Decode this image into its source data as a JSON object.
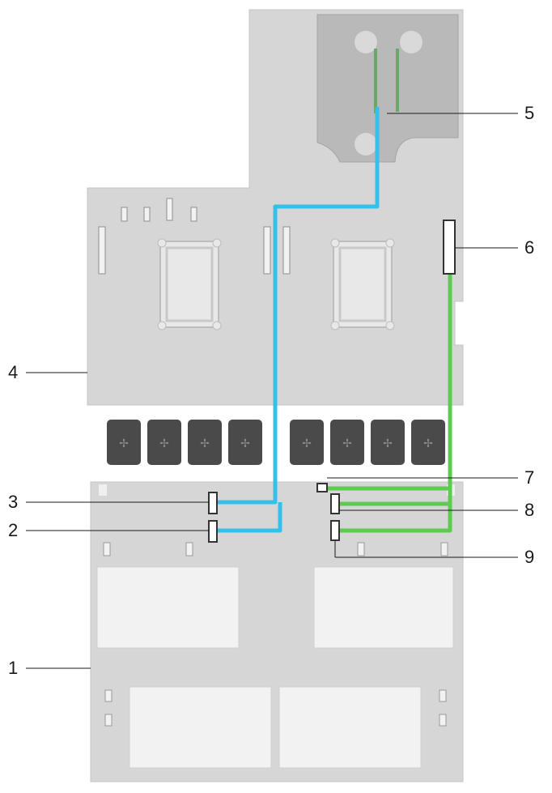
{
  "figure": {
    "callouts": [
      {
        "id": "1",
        "label": "1"
      },
      {
        "id": "2",
        "label": "2"
      },
      {
        "id": "3",
        "label": "3"
      },
      {
        "id": "4",
        "label": "4"
      },
      {
        "id": "5",
        "label": "5"
      },
      {
        "id": "6",
        "label": "6"
      },
      {
        "id": "7",
        "label": "7"
      },
      {
        "id": "8",
        "label": "8"
      },
      {
        "id": "9",
        "label": "9"
      }
    ]
  },
  "colors": {
    "board": "#d6d6d6",
    "board_edge": "#c3c3c3",
    "riser": "#b9b9b9",
    "cable_blue": "#35c0ea",
    "cable_green": "#5ccb50",
    "fan": "#4a4a4a",
    "connector": "#ffffff",
    "leader": "#1a1a1a"
  }
}
